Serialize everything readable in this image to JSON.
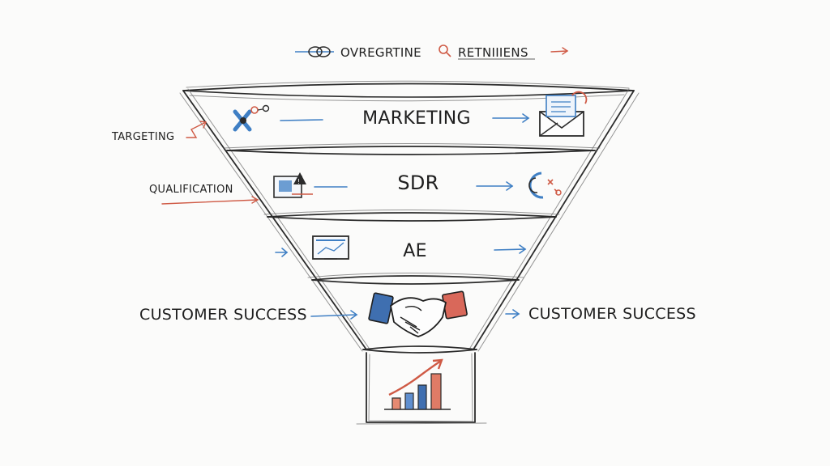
{
  "legend": {
    "item1_label": "OVREGRTINE",
    "item1_icon": "link-icon",
    "item2_label": "RETNIIIENS",
    "item2_icon": "magnifier-icon"
  },
  "funnel": {
    "stages": [
      {
        "label": "MARKETING",
        "left_icon": "molecule-icon",
        "right_icon": "envelope-icon"
      },
      {
        "label": "SDR",
        "left_icon": "screen-alert-icon",
        "right_icon": "refresh-cycle-icon"
      },
      {
        "label": "AE",
        "left_icon": "monitor-icon"
      },
      {
        "label": "",
        "left_icon": "handshake-icon"
      }
    ],
    "base_icon": "growth-chart-icon"
  },
  "side_labels": {
    "targeting": "TARGETING",
    "qualification": "QUALIFICATION",
    "customer_success_left": "CUSTOMER SUCCESS",
    "customer_success_right": "CUSTOMER SUCCESS"
  },
  "colors": {
    "pencil": "#2b2b2b",
    "blue_accent": "#3f7fc4",
    "red_accent": "#cf5a45",
    "background": "#fbfbfa"
  }
}
